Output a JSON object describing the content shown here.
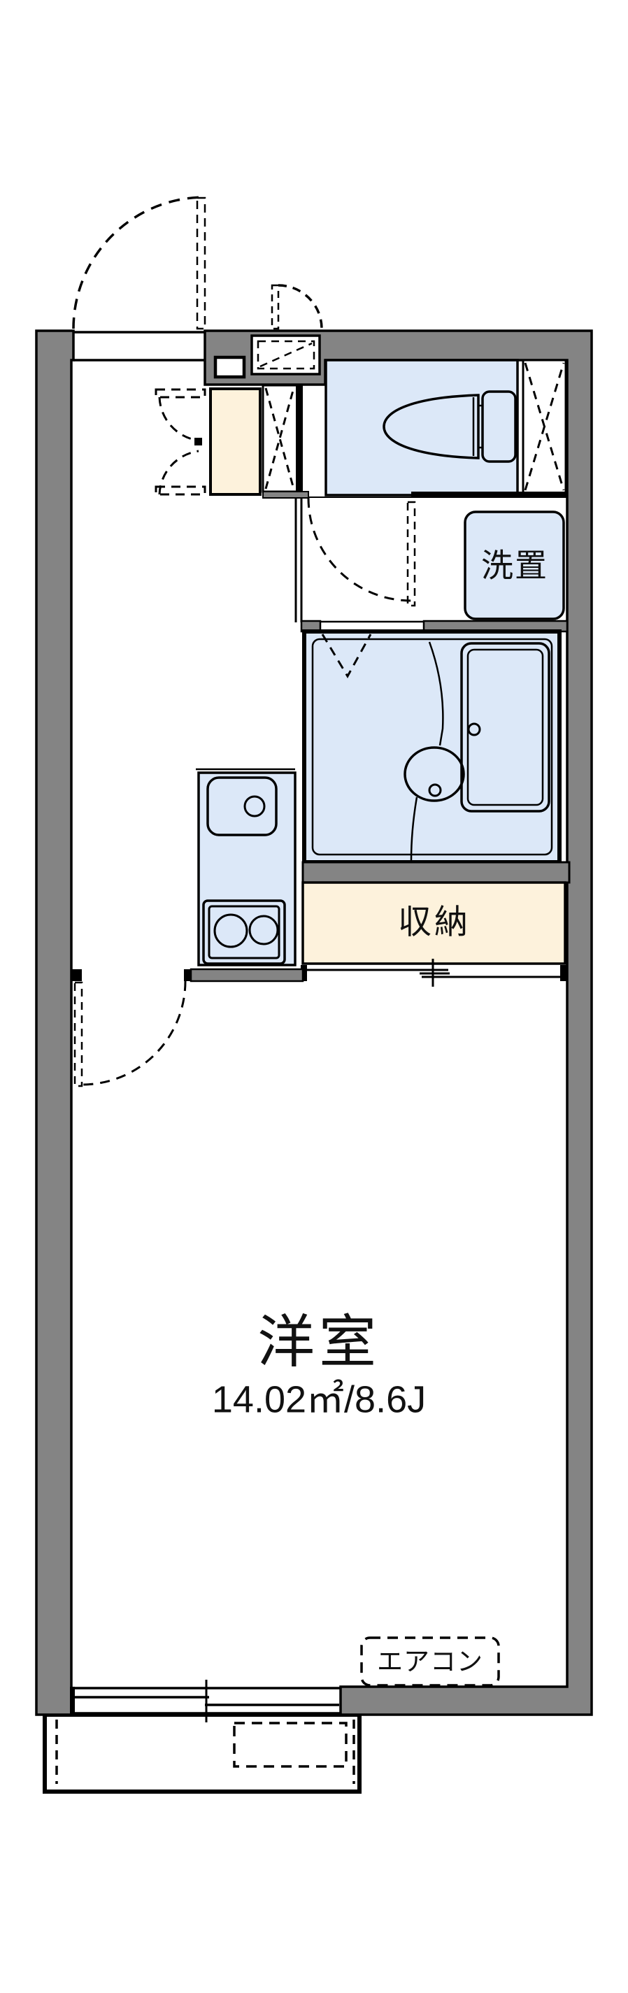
{
  "plan": {
    "title": "apartment-floor-plan",
    "rooms": {
      "western_room": {
        "name": "洋室",
        "area": "14.02㎡/8.6J"
      },
      "storage": {
        "name": "収納"
      },
      "laundry": {
        "name": "洗置"
      }
    },
    "fixtures": {
      "aircon_label": "エアコン",
      "items": [
        "toilet",
        "bathtub",
        "wash-basin",
        "kitchen-sink",
        "two-burner-stove",
        "shoe-cabinet",
        "meter-box",
        "entrance-door",
        "sliding-window",
        "balcony"
      ]
    }
  },
  "colors": {
    "wall": "#848484",
    "water": "#dce8f8",
    "storagefill": "#fdf2dc",
    "line": "#000000",
    "paper": "#ffffff"
  }
}
